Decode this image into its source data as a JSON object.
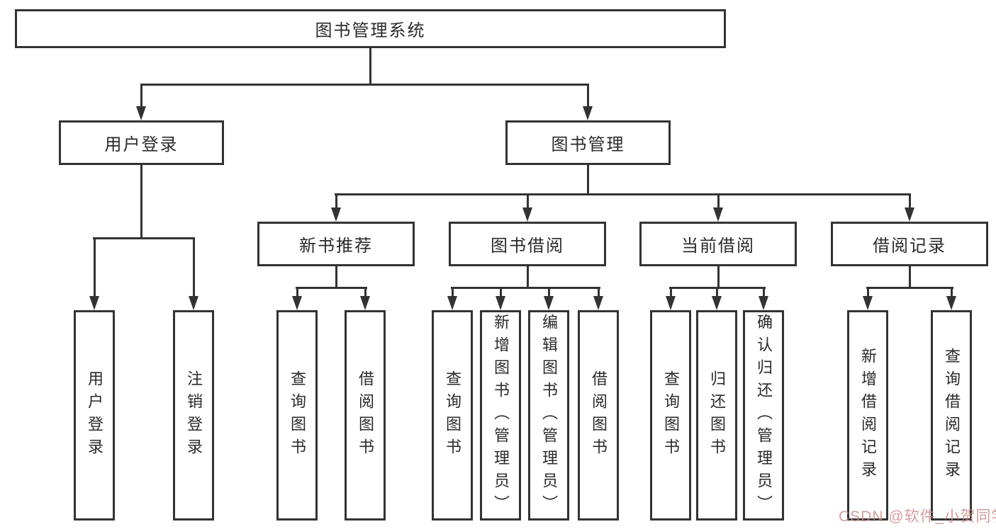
{
  "diagram": {
    "title": "图书管理系统",
    "level1": {
      "user_login": "用户登录",
      "book_mgmt": "图书管理"
    },
    "level2": {
      "new_book": "新书推荐",
      "book_borrow": "图书借阅",
      "current_borrow": "当前借阅",
      "borrow_record": "借阅记录"
    },
    "leaves": {
      "login_user": "用户登录",
      "login_logout": "注销登录",
      "nb_query": "查询图书",
      "nb_borrow": "借阅图书",
      "bb_query": "查询图书",
      "bb_add": "新增图书（管理员）",
      "bb_edit": "编辑图书（管理员）",
      "bb_borrow": "借阅图书",
      "cb_query": "查询图书",
      "cb_return": "归还图书",
      "cb_confirm": "确认归还（管理员）",
      "br_add": "新增借阅记录",
      "br_query": "查询借阅记录"
    },
    "colors": {
      "line": "#333333",
      "text": "#2a2a2a",
      "background": "#ffffff",
      "watermark": "#cb8686"
    }
  },
  "watermark": {
    "text": "CSDN @软件_小贺同学"
  }
}
